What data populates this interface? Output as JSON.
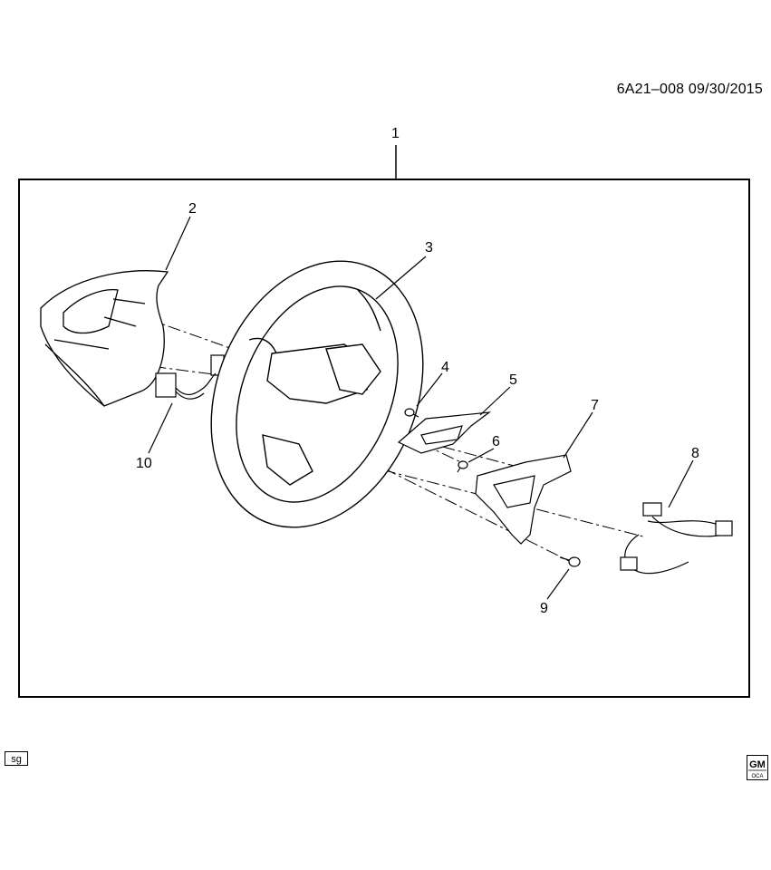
{
  "header": {
    "code": "6A21–008  09/30/2015"
  },
  "callouts": [
    {
      "id": "1",
      "label": "1"
    },
    {
      "id": "2",
      "label": "2"
    },
    {
      "id": "3",
      "label": "3"
    },
    {
      "id": "4",
      "label": "4"
    },
    {
      "id": "5",
      "label": "5"
    },
    {
      "id": "6",
      "label": "6"
    },
    {
      "id": "7",
      "label": "7"
    },
    {
      "id": "8",
      "label": "8"
    },
    {
      "id": "9",
      "label": "9"
    },
    {
      "id": "10",
      "label": "10"
    }
  ],
  "footer": {
    "tag": "sg",
    "logo_top": "GM",
    "logo_bottom": "OCA"
  },
  "colors": {
    "ink": "#000000",
    "paper": "#ffffff",
    "shade": "#e6e6e6"
  }
}
